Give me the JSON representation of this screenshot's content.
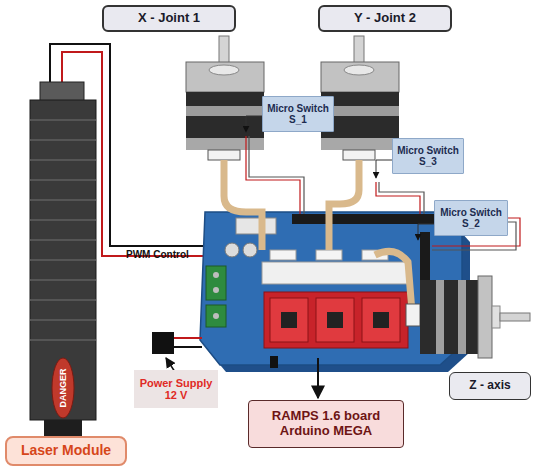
{
  "diagram": {
    "nodes": [
      {
        "text": [
          "X - Joint 1"
        ]
      },
      {
        "text": [
          "Y - Joint 2"
        ]
      },
      {
        "text": [
          "Micro Switch S_1"
        ]
      },
      {
        "text": [
          "Micro Switch S_3"
        ]
      },
      {
        "text": [
          "Micro Switch S_2"
        ]
      },
      {
        "text": [
          "Power Supply 12 V"
        ]
      },
      {
        "text": [
          "Z - axis"
        ]
      },
      {
        "text": [
          "RAMPS 1.6 board Arduino MEGA"
        ]
      },
      {
        "text": [
          "Laser Module"
        ]
      }
    ],
    "labels": [
      "PWM Control",
      "DANGER"
    ]
  }
}
